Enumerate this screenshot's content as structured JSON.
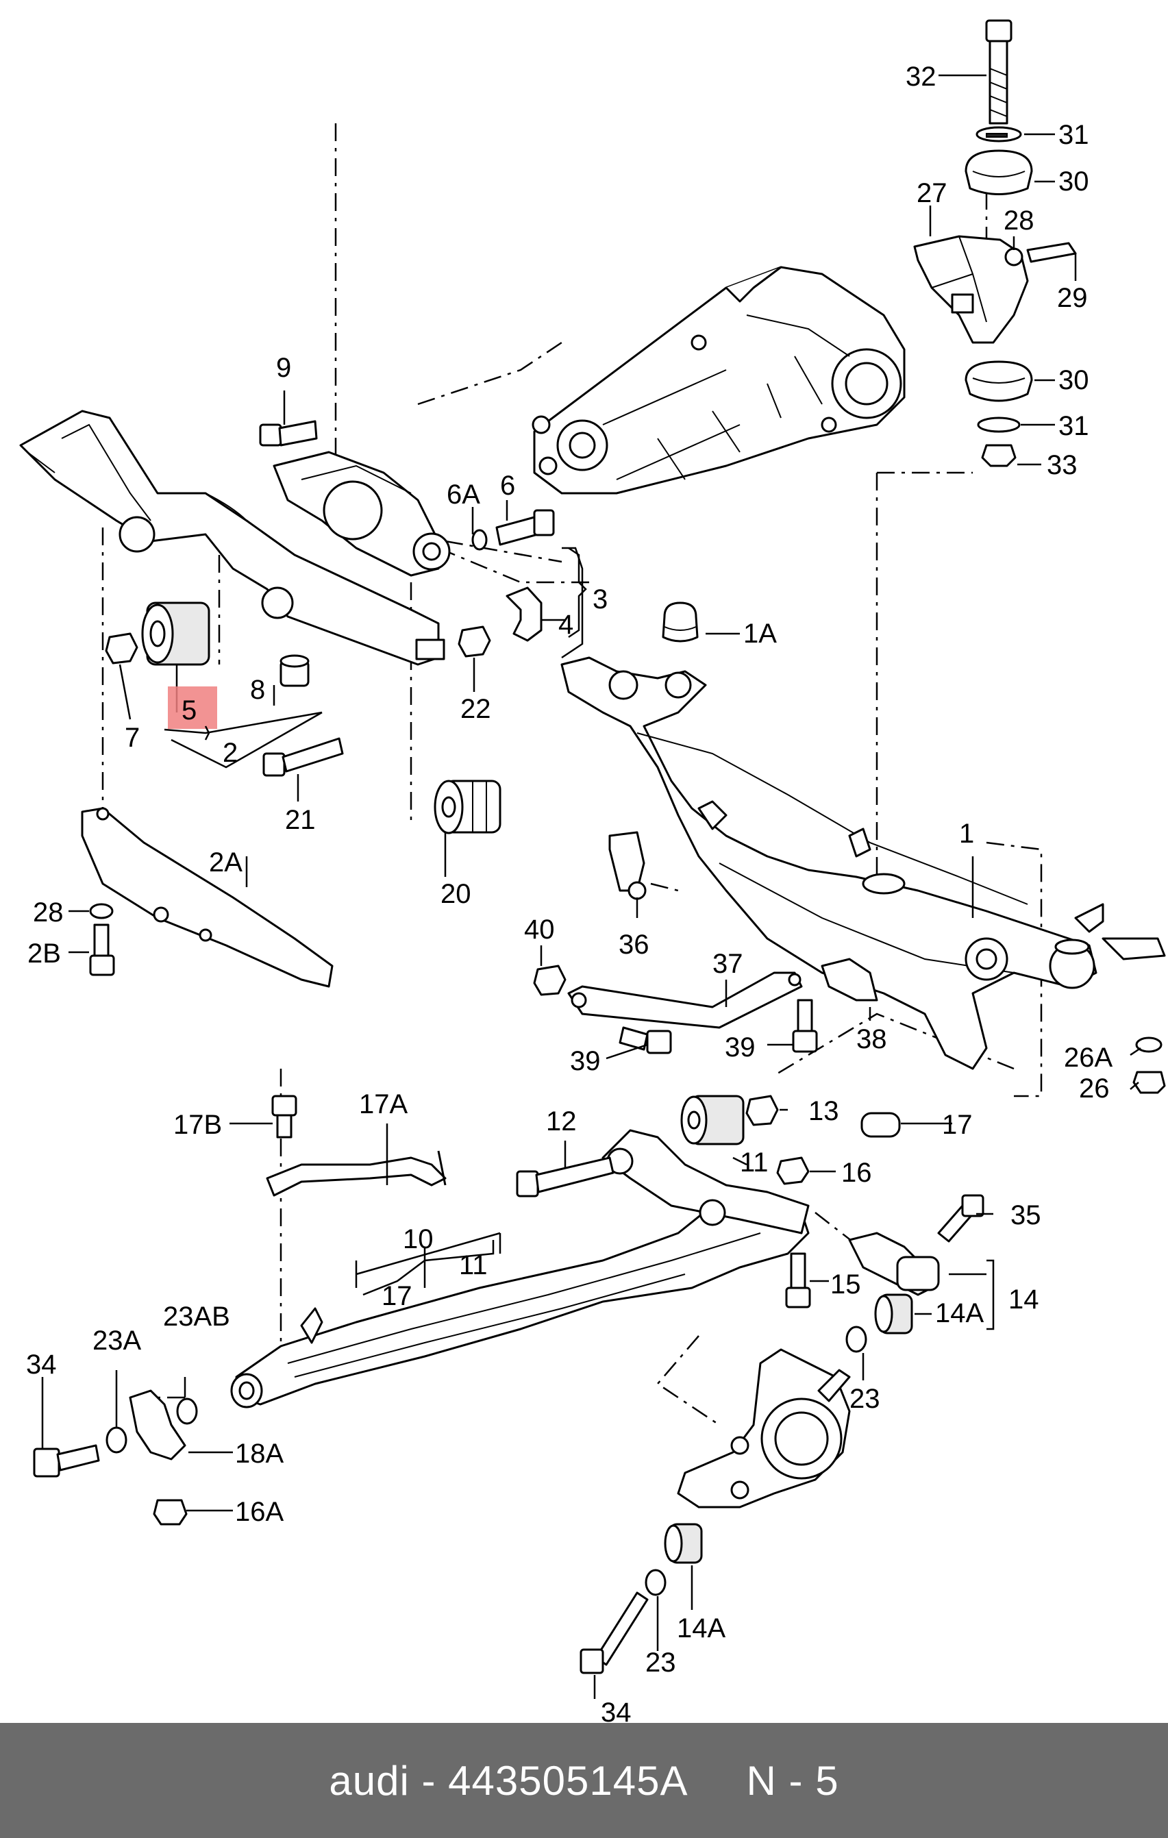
{
  "callouts": [
    {
      "id": "c1",
      "text": "1"
    },
    {
      "id": "c1a",
      "text": "1A"
    },
    {
      "id": "c2",
      "text": "2"
    },
    {
      "id": "c2a",
      "text": "2A"
    },
    {
      "id": "c2b",
      "text": "2B"
    },
    {
      "id": "c3",
      "text": "3"
    },
    {
      "id": "c4",
      "text": "4"
    },
    {
      "id": "c5",
      "text": "5"
    },
    {
      "id": "c6",
      "text": "6"
    },
    {
      "id": "c6a",
      "text": "6A"
    },
    {
      "id": "c7",
      "text": "7"
    },
    {
      "id": "c8",
      "text": "8"
    },
    {
      "id": "c9",
      "text": "9"
    },
    {
      "id": "c10",
      "text": "10"
    },
    {
      "id": "c11a",
      "text": "11"
    },
    {
      "id": "c11b",
      "text": "11"
    },
    {
      "id": "c12",
      "text": "12"
    },
    {
      "id": "c13",
      "text": "13"
    },
    {
      "id": "c14",
      "text": "14"
    },
    {
      "id": "c14a1",
      "text": "14A"
    },
    {
      "id": "c14a2",
      "text": "14A"
    },
    {
      "id": "c15",
      "text": "15"
    },
    {
      "id": "c16",
      "text": "16"
    },
    {
      "id": "c16a",
      "text": "16A"
    },
    {
      "id": "c17a",
      "text": "17"
    },
    {
      "id": "c17b",
      "text": "17"
    },
    {
      "id": "c17A",
      "text": "17A"
    },
    {
      "id": "c17B",
      "text": "17B"
    },
    {
      "id": "c18a",
      "text": "18A"
    },
    {
      "id": "c20",
      "text": "20"
    },
    {
      "id": "c21",
      "text": "21"
    },
    {
      "id": "c22",
      "text": "22"
    },
    {
      "id": "c23a",
      "text": "23"
    },
    {
      "id": "c23b",
      "text": "23"
    },
    {
      "id": "c23A",
      "text": "23A"
    },
    {
      "id": "c23AB",
      "text": "23AB"
    },
    {
      "id": "c26",
      "text": "26"
    },
    {
      "id": "c26a",
      "text": "26A"
    },
    {
      "id": "c27",
      "text": "27"
    },
    {
      "id": "c28a",
      "text": "28"
    },
    {
      "id": "c28b",
      "text": "28"
    },
    {
      "id": "c29",
      "text": "29"
    },
    {
      "id": "c30a",
      "text": "30"
    },
    {
      "id": "c30b",
      "text": "30"
    },
    {
      "id": "c31a",
      "text": "31"
    },
    {
      "id": "c31b",
      "text": "31"
    },
    {
      "id": "c32",
      "text": "32"
    },
    {
      "id": "c33",
      "text": "33"
    },
    {
      "id": "c34a",
      "text": "34"
    },
    {
      "id": "c34b",
      "text": "34"
    },
    {
      "id": "c35",
      "text": "35"
    },
    {
      "id": "c36",
      "text": "36"
    },
    {
      "id": "c37",
      "text": "37"
    },
    {
      "id": "c38",
      "text": "38"
    },
    {
      "id": "c39a",
      "text": "39"
    },
    {
      "id": "c39b",
      "text": "39"
    },
    {
      "id": "c40",
      "text": "40"
    }
  ],
  "highlight": {
    "part": "5",
    "color": "#f08080"
  },
  "footer": {
    "text": "audi - 443505145A     N - 5",
    "background": "#6b6b6b"
  }
}
